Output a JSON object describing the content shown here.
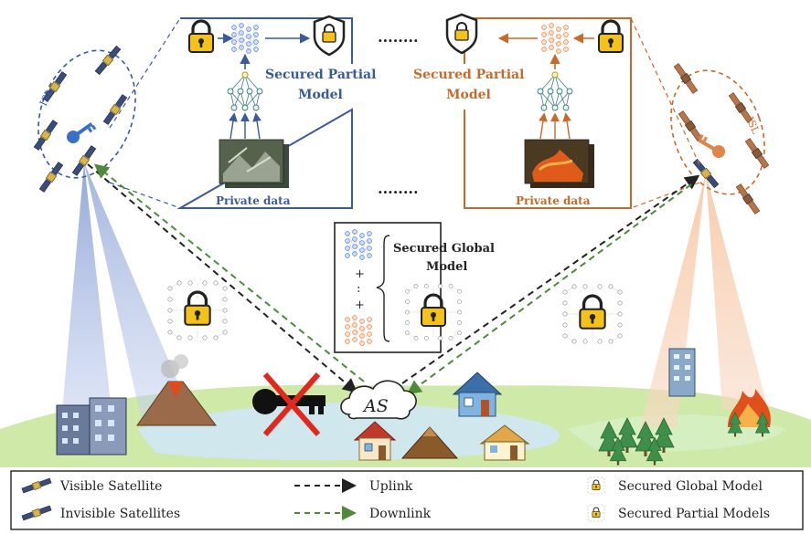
{
  "labels": {
    "isl": "ISL",
    "secured_partial_model": [
      "Secured Partial",
      "Model"
    ],
    "secured_global_model": [
      "Secured Global",
      "Model"
    ],
    "private_data": "Private data",
    "ellipsis": "........",
    "as": "AS",
    "plus": "+",
    "dots_vertical": ":"
  },
  "legend": {
    "visible_satellite": "Visible Satellite",
    "invisible_satellites": "Invisible Satellites",
    "uplink": "Uplink",
    "downlink": "Downlink",
    "secured_global_model": "Secured Global Model",
    "secured_partial_models": "Secured Partial Models"
  },
  "icons": [
    "satellite-icon",
    "key-icon",
    "lock-icon",
    "shield-lock-icon",
    "neural-network-icon",
    "cloud-icon",
    "house-icon",
    "building-icon",
    "volcano-icon",
    "mountain-icon",
    "forest-icon",
    "fire-icon",
    "crossed-key-icon"
  ],
  "colors": {
    "blue_frame": "#3a5a9c",
    "orange_frame": "#c8692a",
    "uplink": "#222222",
    "downlink": "#4e8a3a",
    "beam_blue": "#8ea4d6",
    "beam_orange": "#f3b48a",
    "lock_yellow": "#f4c21a",
    "ground_green": "#cfe9a8",
    "ground_blue": "#cfe8f4",
    "cross_red": "#e0281e"
  }
}
